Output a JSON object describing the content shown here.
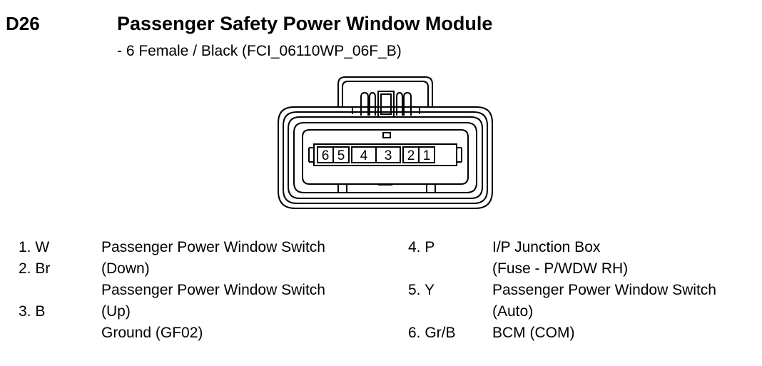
{
  "header": {
    "code": "D26",
    "title": "Passenger Safety Power Window Module",
    "subtitle": "- 6 Female / Black (FCI_06110WP_06F_B)"
  },
  "connector": {
    "cavities": [
      "6",
      "5",
      "4",
      "3",
      "2",
      "1"
    ]
  },
  "pins_left": {
    "labels": [
      "1. W",
      "2. Br",
      "",
      "3. B",
      ""
    ],
    "descriptions": [
      "Passenger Power Window Switch",
      "(Down)",
      "Passenger Power Window Switch",
      "(Up)",
      "Ground (GF02)"
    ]
  },
  "pins_right": {
    "labels": [
      "4. P",
      "",
      "5. Y",
      "",
      "6. Gr/B"
    ],
    "descriptions": [
      "I/P Junction Box",
      "(Fuse - P/WDW RH)",
      "Passenger Power Window Switch",
      "(Auto)",
      "BCM (COM)"
    ]
  }
}
